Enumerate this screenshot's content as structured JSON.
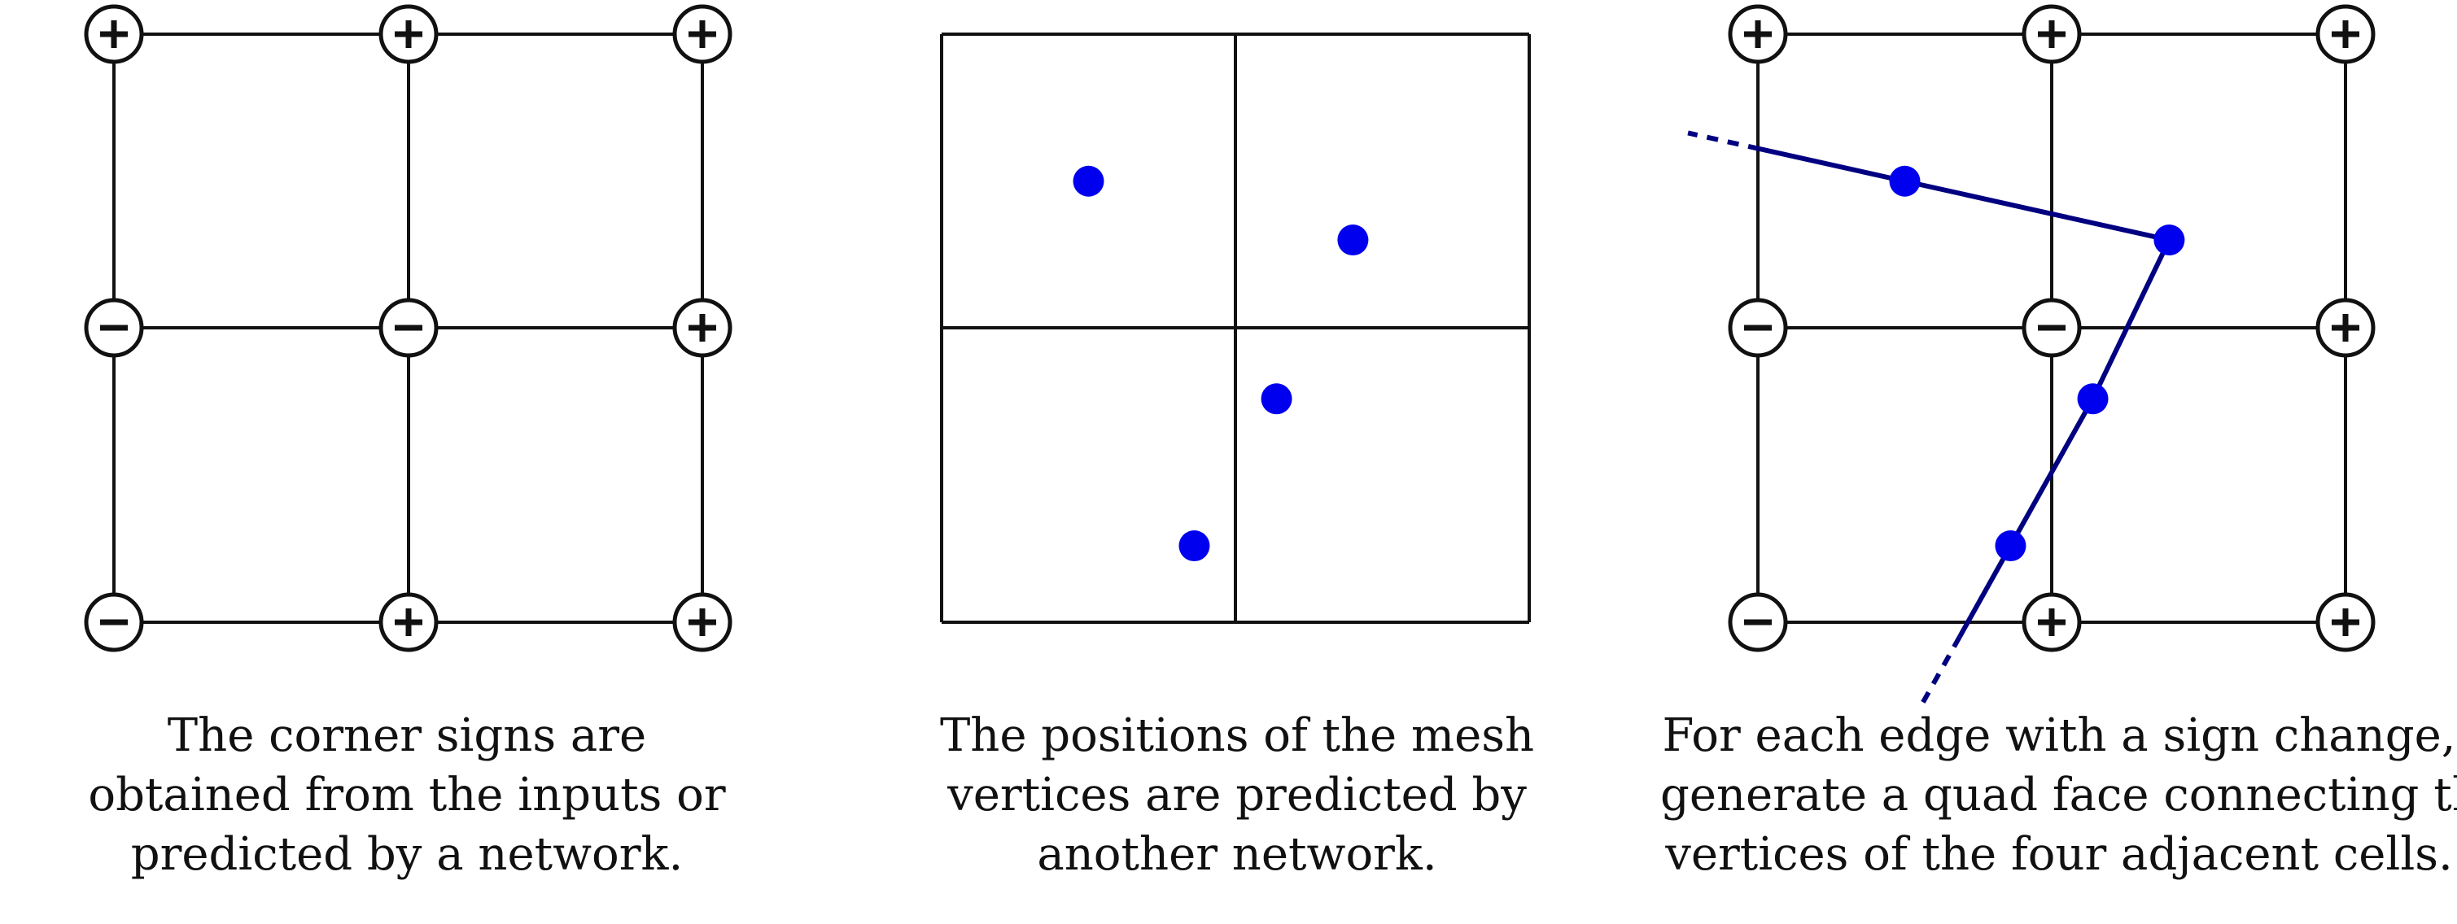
{
  "colors": {
    "grid": "#111111",
    "vertex": "#0000ee",
    "quad_edge": "#000080"
  },
  "panels": [
    {
      "caption_lines": [
        "The corner signs are",
        "obtained from the inputs or",
        "predicted by a network."
      ],
      "corner_signs": [
        [
          "+",
          "+",
          "+"
        ],
        [
          "-",
          "-",
          "+"
        ],
        [
          "-",
          "+",
          "+"
        ]
      ],
      "shows_vertices": false,
      "shows_quad_edges": false
    },
    {
      "caption_lines": [
        "The positions of the mesh",
        "vertices are predicted by",
        "another network."
      ],
      "corner_signs": [],
      "shows_vertices": true,
      "shows_quad_edges": false
    },
    {
      "caption_lines": [
        "For each edge with a sign change,",
        "generate a quad face connecting the",
        "vertices of the four adjacent cells."
      ],
      "corner_signs": [
        [
          "+",
          "+",
          "+"
        ],
        [
          "-",
          "-",
          "+"
        ],
        [
          "-",
          "+",
          "+"
        ]
      ],
      "shows_vertices": true,
      "shows_quad_edges": true
    }
  ]
}
